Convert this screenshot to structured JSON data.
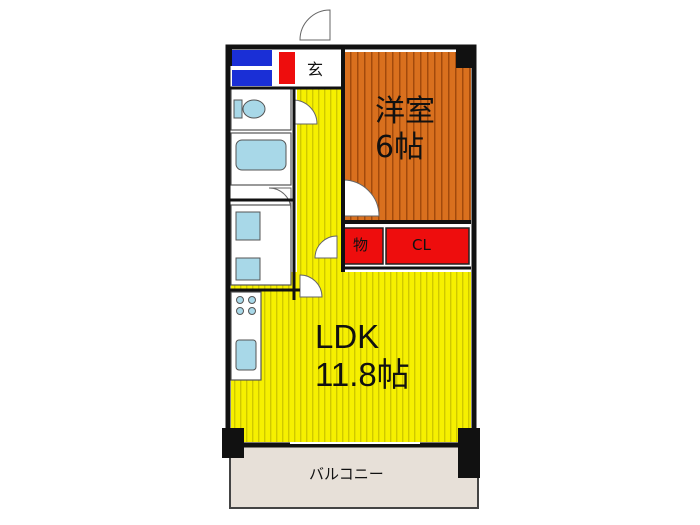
{
  "plan": {
    "entrance": "玄",
    "western_room": {
      "name": "洋室",
      "size": "6帖"
    },
    "storage": "物",
    "closet": "CL",
    "ldk": {
      "name": "LDK",
      "size": "11.8帖"
    },
    "balcony": "バルコニー"
  },
  "colors": {
    "ldk_floor": "#f6f000",
    "ldk_stripe": "#cfc800",
    "western_floor": "#d9701e",
    "western_stripe": "#a24a0c",
    "storage_red": "#ee0d0d",
    "shoe_box_blue": "#1a2fd6",
    "wet_area": "#a8d8e8",
    "balcony": "#e7e0d8",
    "wall": "#111111"
  }
}
